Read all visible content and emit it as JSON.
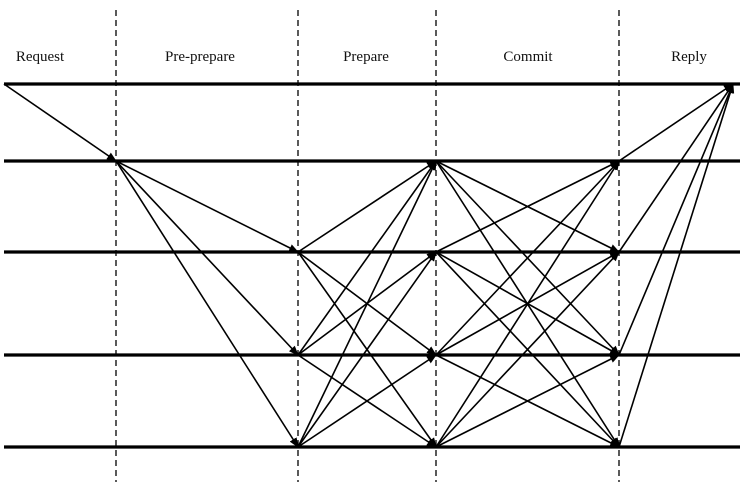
{
  "phases": [
    "Request",
    "Pre-prepare",
    "Prepare",
    "Commit",
    "Reply"
  ],
  "replicas": 5,
  "messages": [
    {
      "from": [
        0,
        0
      ],
      "to": [
        1,
        1
      ]
    },
    {
      "from": [
        1,
        1
      ],
      "to": [
        2,
        2
      ]
    },
    {
      "from": [
        1,
        1
      ],
      "to": [
        2,
        3
      ]
    },
    {
      "from": [
        1,
        1
      ],
      "to": [
        2,
        4
      ]
    },
    {
      "from": [
        2,
        2
      ],
      "to": [
        3,
        1
      ]
    },
    {
      "from": [
        2,
        2
      ],
      "to": [
        3,
        3
      ]
    },
    {
      "from": [
        2,
        2
      ],
      "to": [
        3,
        4
      ]
    },
    {
      "from": [
        2,
        3
      ],
      "to": [
        3,
        1
      ]
    },
    {
      "from": [
        2,
        3
      ],
      "to": [
        3,
        2
      ]
    },
    {
      "from": [
        2,
        3
      ],
      "to": [
        3,
        4
      ]
    },
    {
      "from": [
        2,
        4
      ],
      "to": [
        3,
        1
      ]
    },
    {
      "from": [
        2,
        4
      ],
      "to": [
        3,
        2
      ]
    },
    {
      "from": [
        2,
        4
      ],
      "to": [
        3,
        3
      ]
    },
    {
      "from": [
        3,
        1
      ],
      "to": [
        4,
        2
      ]
    },
    {
      "from": [
        3,
        1
      ],
      "to": [
        4,
        3
      ]
    },
    {
      "from": [
        3,
        1
      ],
      "to": [
        4,
        4
      ]
    },
    {
      "from": [
        3,
        2
      ],
      "to": [
        4,
        1
      ]
    },
    {
      "from": [
        3,
        2
      ],
      "to": [
        4,
        3
      ]
    },
    {
      "from": [
        3,
        2
      ],
      "to": [
        4,
        4
      ]
    },
    {
      "from": [
        3,
        3
      ],
      "to": [
        4,
        1
      ]
    },
    {
      "from": [
        3,
        3
      ],
      "to": [
        4,
        2
      ]
    },
    {
      "from": [
        3,
        3
      ],
      "to": [
        4,
        4
      ]
    },
    {
      "from": [
        3,
        4
      ],
      "to": [
        4,
        1
      ]
    },
    {
      "from": [
        3,
        4
      ],
      "to": [
        4,
        2
      ]
    },
    {
      "from": [
        3,
        4
      ],
      "to": [
        4,
        3
      ]
    },
    {
      "from": [
        4,
        1
      ],
      "to": [
        5,
        0
      ]
    },
    {
      "from": [
        4,
        2
      ],
      "to": [
        5,
        0
      ]
    },
    {
      "from": [
        4,
        3
      ],
      "to": [
        5,
        0
      ]
    },
    {
      "from": [
        4,
        4
      ],
      "to": [
        5,
        0
      ]
    }
  ]
}
